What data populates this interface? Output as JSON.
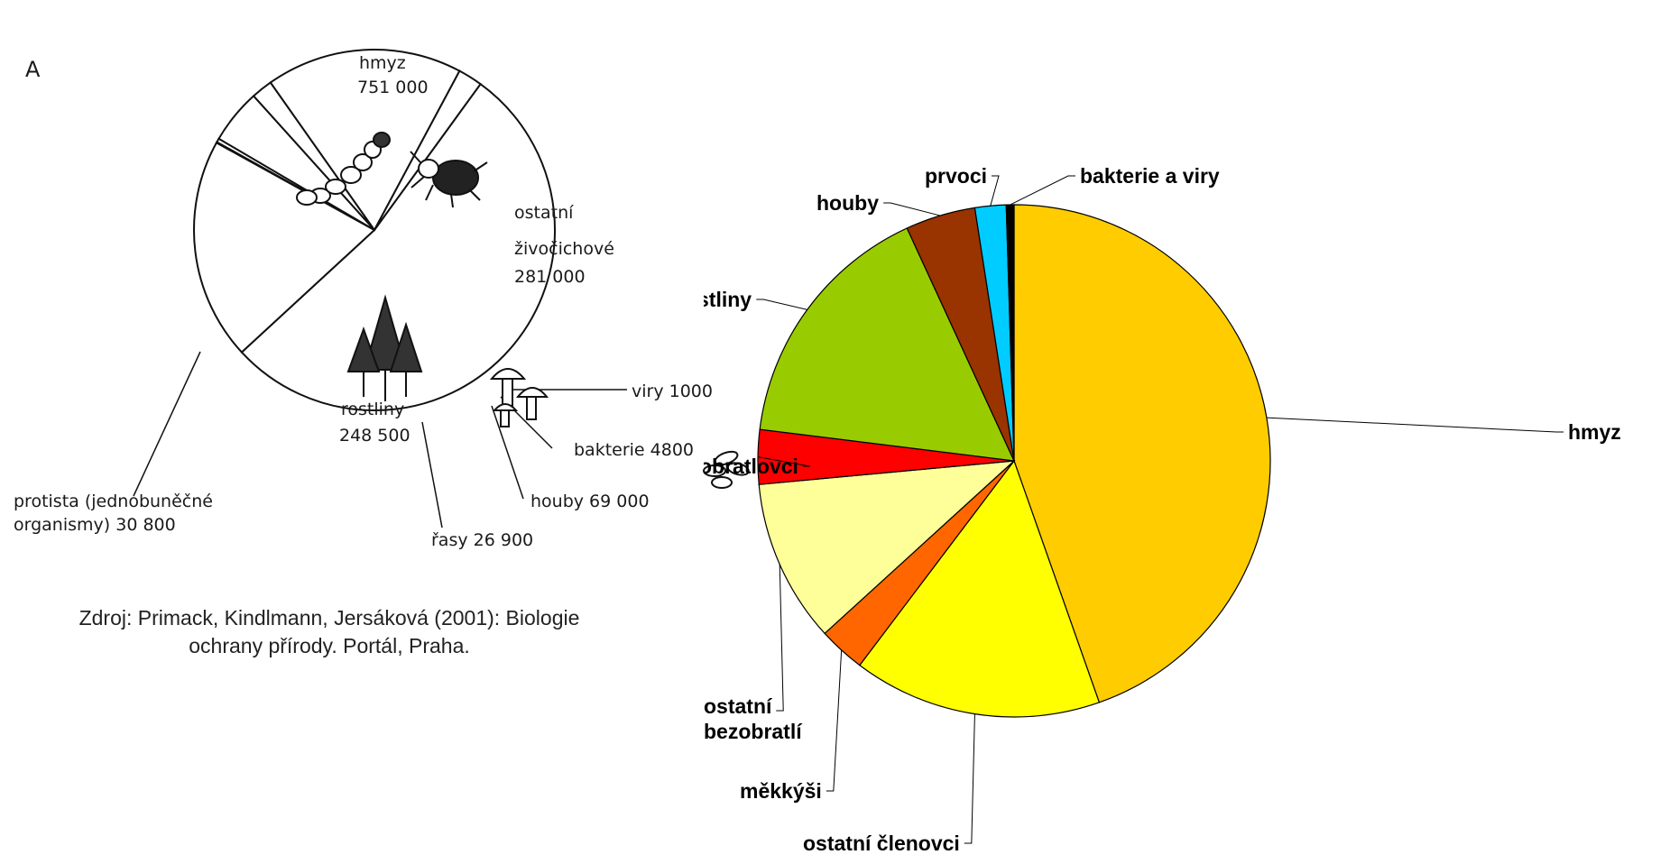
{
  "scan_panel": {
    "panel_letter": "A",
    "labels": {
      "hmyz_name": "hmyz",
      "hmyz_value": "751 000",
      "ostatni_line1": "ostatní",
      "ostatni_line2": "živočichové",
      "ostatni_value": "281 000",
      "rostliny_name": "rostliny",
      "rostliny_value": "248 500",
      "viry": "viry 1000",
      "bakterie": "bakterie 4800",
      "houby": "houby 69 000",
      "rasy": "řasy 26 900",
      "protista_line1": "protista (jednobuněčné",
      "protista_line2": "organismy) 30 800"
    },
    "icons": [
      "caterpillar-icon",
      "beetle-icon",
      "forest-icon",
      "mushroom-icon",
      "bacteria-icon"
    ]
  },
  "source_note": {
    "line1": "Zdroj: Primack, Kindlmann, Jersáková (2001): Biologie",
    "line2": "ochrany přírody. Portál, Praha."
  },
  "chart_data": [
    {
      "type": "pie",
      "title": "",
      "series": [
        {
          "label": "hmyz",
          "value": 751000
        },
        {
          "label": "ostatní živočichové",
          "value": 281000
        },
        {
          "label": "viry",
          "value": 1000
        },
        {
          "label": "bakterie",
          "value": 4800
        },
        {
          "label": "houby",
          "value": 69000
        },
        {
          "label": "řasy",
          "value": 26900
        },
        {
          "label": "rostliny",
          "value": 248500
        },
        {
          "label": "protista (jednobuněčné organismy)",
          "value": 30800
        }
      ]
    },
    {
      "type": "pie",
      "title": "",
      "series": [
        {
          "label": "hmyz",
          "value": 45.5,
          "color": "#FFCC00"
        },
        {
          "label": "ostatní členovci",
          "value": 16.0,
          "color": "#FFFF00"
        },
        {
          "label": "měkkýši",
          "value": 3.0,
          "color": "#FF6600"
        },
        {
          "label": "ostatní bezobratlí",
          "value": 10.5,
          "color": "#FFFF99"
        },
        {
          "label": "obratlovci",
          "value": 3.5,
          "color": "#FF0000"
        },
        {
          "label": "rostliny",
          "value": 16.5,
          "color": "#99CC00"
        },
        {
          "label": "houby",
          "value": 4.5,
          "color": "#993300"
        },
        {
          "label": "prvoci",
          "value": 2.0,
          "color": "#00CCFF"
        },
        {
          "label": "bakterie a viry",
          "value": 0.5,
          "color": "#000000"
        }
      ],
      "label_lines": {
        "ostatní bezobratlí": [
          "ostatní",
          "bezobratlí"
        ]
      }
    }
  ]
}
